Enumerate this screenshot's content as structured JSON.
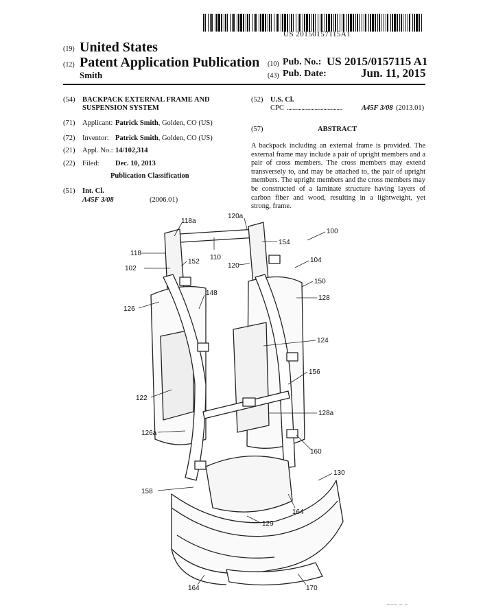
{
  "header": {
    "barcode_number": "US 20150157115A1",
    "code_19": "(19)",
    "country": "United States",
    "code_12": "(12)",
    "doc_type": "Patent Application Publication",
    "inventor_surname": "Smith",
    "code_10": "(10)",
    "pub_no_label": "Pub. No.:",
    "pub_no_value": "US 2015/0157115 A1",
    "code_43": "(43)",
    "pub_date_label": "Pub. Date:",
    "pub_date_value": "Jun. 11, 2015"
  },
  "left_col": {
    "c54": "(54)",
    "title_line1": "BACKPACK EXTERNAL FRAME AND",
    "title_line2": "SUSPENSION SYSTEM",
    "c71": "(71)",
    "applicant_label": "Applicant:",
    "applicant_name": "Patrick Smith",
    "applicant_loc": ", Golden, CO (US)",
    "c72": "(72)",
    "inventor_label": "Inventor:",
    "inventor_name": "Patrick Smith",
    "inventor_loc": ", Golden, CO (US)",
    "c21": "(21)",
    "appl_label": "Appl. No.:",
    "appl_value": "14/102,314",
    "c22": "(22)",
    "filed_label": "Filed:",
    "filed_value": "Dec. 10, 2013",
    "pub_class_heading": "Publication Classification",
    "c51": "(51)",
    "intcl_label": "Int. Cl.",
    "intcl_code": "A45F 3/08",
    "intcl_year": "(2006.01)"
  },
  "right_col": {
    "c52": "(52)",
    "uscl_label": "U.S. Cl.",
    "cpc_label": "CPC",
    "cpc_dots": "......................................",
    "cpc_code": "A45F 3/08",
    "cpc_year": "(2013.01)",
    "c57": "(57)",
    "abstract_heading": "ABSTRACT",
    "abstract_text": "A backpack including an external frame is provided. The external frame may include a pair of upright members and a pair of cross members. The cross members may extend transversely to, and may be attached to, the pair of upright members. The upright members and the cross members may be constructed of a laminate structure having layers of carbon fiber and wood, resulting in a lightweight, yet strong, frame."
  },
  "figure": {
    "ref_labels": [
      "118a",
      "120a",
      "100",
      "154",
      "118",
      "110",
      "120",
      "104",
      "102",
      "152",
      "150",
      "148",
      "128",
      "126",
      "124",
      "156",
      "122",
      "128a",
      "126a",
      "160",
      "130",
      "158",
      "164",
      "129",
      "164",
      "170"
    ]
  },
  "footer_scribble": "~~~ ~ ~"
}
